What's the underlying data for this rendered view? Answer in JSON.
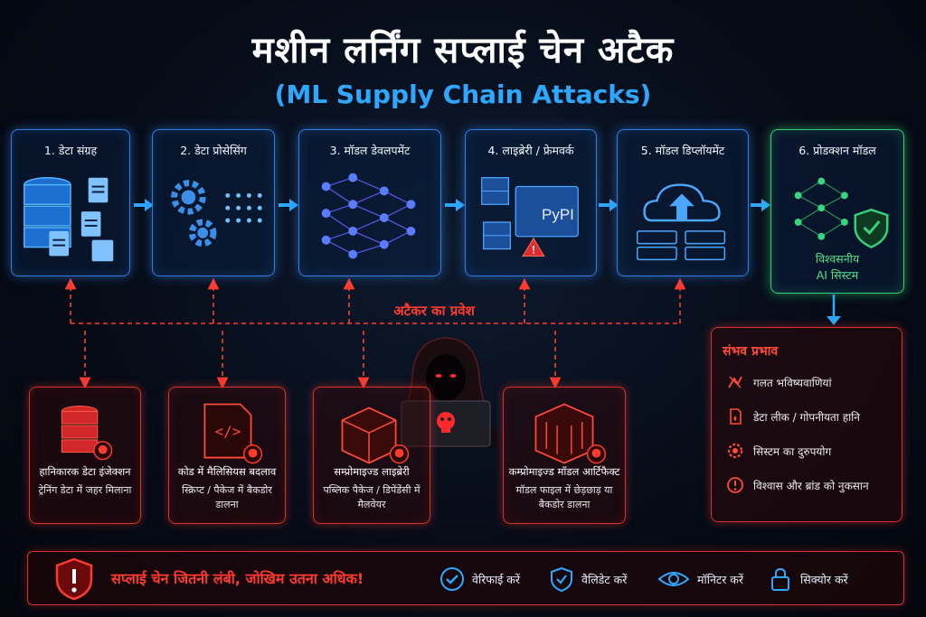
{
  "header": {
    "title": "मशीन लर्निंग सप्लाई चेन अटैक",
    "subtitle": "(ML Supply Chain Attacks)"
  },
  "stages": [
    {
      "label": "1. डेटा संग्रह",
      "icon": "database-icon"
    },
    {
      "label": "2. डेटा प्रोसेसिंग",
      "icon": "gears-icon"
    },
    {
      "label": "3. मॉडल डेवलपमेंट",
      "icon": "neural-network-icon"
    },
    {
      "label": "4. लाइब्रेरी / फ्रेमवर्क",
      "icon": "packages-icon",
      "badge": "PyPI"
    },
    {
      "label": "5. मॉडल डिप्लॉयमेंट",
      "icon": "cloud-upload-icon"
    },
    {
      "label": "6. प्रोडक्शन मॉडल",
      "icon": "shield-check-icon",
      "status_line1": "विश्वसनीय",
      "status_line2": "AI सिस्टम"
    }
  ],
  "entry_label": "अटैकर का प्रवेश",
  "attacks": [
    {
      "title": "हानिकारक डेटा इंजेक्शन",
      "desc": "ट्रेनिंग डेटा में जहर मिलाना",
      "icon": "poisoned-database-icon"
    },
    {
      "title": "कोड में मैलिसियस बदलाव",
      "desc": "स्क्रिप्ट / पैकेज में बैकडोर डालना",
      "icon": "malicious-code-icon"
    },
    {
      "title": "सम्प्रोमाइज्ड लाइब्रेरी",
      "desc": "पब्लिक पैकेज / डिपेंडेंसी में मैलवेयर",
      "icon": "malicious-package-icon"
    },
    {
      "title": "कम्प्रोमाइज्ड मॉडल आर्टिफैक्ट",
      "desc": "मॉडल फाइल में छेड़छाड़ या बैकडोर डालना",
      "icon": "tampered-model-icon"
    }
  ],
  "impact": {
    "title": "संभव प्रभाव",
    "items": [
      {
        "text": "गलत भविष्यवाणियां",
        "icon": "wrong-prediction-icon"
      },
      {
        "text": "डेटा लीक / गोपनीयता हानि",
        "icon": "data-leak-icon"
      },
      {
        "text": "सिस्टम का दुरुपयोग",
        "icon": "system-misuse-icon"
      },
      {
        "text": "विश्वास और ब्रांड को नुकसान",
        "icon": "alert-circle-icon"
      }
    ]
  },
  "footer": {
    "warning": "सप्लाई चेन जितनी लंबी, जोखिम उतना अधिक!",
    "actions": [
      {
        "label": "वेरिफाई करें",
        "icon": "check-circle-icon"
      },
      {
        "label": "वैलिडेट करें",
        "icon": "shield-icon"
      },
      {
        "label": "मॉनिटर करें",
        "icon": "eye-icon"
      },
      {
        "label": "सिक्योर करें",
        "icon": "lock-icon"
      }
    ]
  },
  "colors": {
    "accent_blue": "#2ea8ff",
    "threat_red": "#d8302a",
    "safe_green": "#35d17a",
    "background": "#060b16"
  }
}
